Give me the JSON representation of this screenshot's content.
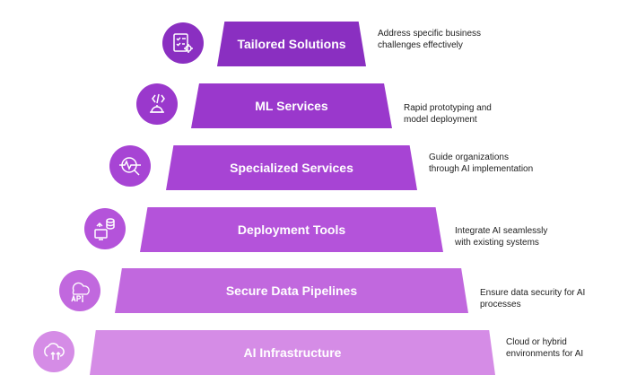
{
  "tiers": [
    {
      "label": "Tailored Solutions",
      "description": "Address specific business challenges effectively",
      "color": "#8a2fc1",
      "icon": "checklist-gear-icon"
    },
    {
      "label": "ML Services",
      "description": "Rapid prototyping and model deployment",
      "color": "#9a38cc",
      "icon": "code-robot-icon"
    },
    {
      "label": "Specialized Services",
      "description": "Guide organizations through AI implementation",
      "color": "#a744d4",
      "icon": "pulse-magnifier-icon"
    },
    {
      "label": "Deployment Tools",
      "description": "Integrate AI seamlessly with existing systems",
      "color": "#b453da",
      "icon": "database-monitor-icon"
    },
    {
      "label": "Secure Data Pipelines",
      "description": "Ensure data security for AI processes",
      "color": "#c168de",
      "icon": "cloud-api-icon"
    },
    {
      "label": "AI Infrastructure",
      "description": "Cloud or hybrid environments for AI",
      "color": "#d58ce6",
      "icon": "cloud-upload-icon"
    }
  ]
}
